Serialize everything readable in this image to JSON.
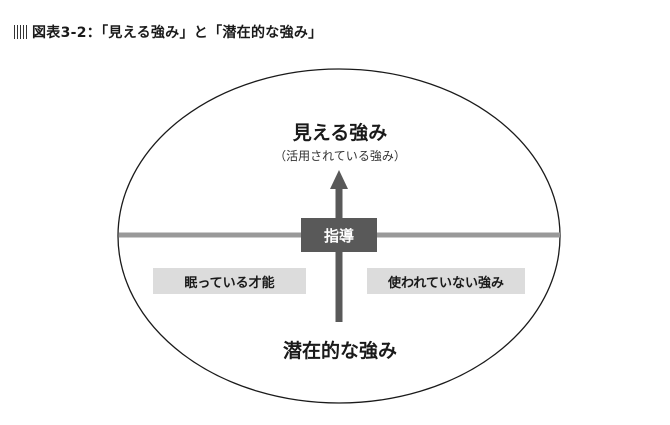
{
  "figure": {
    "title": "図表3-2：「見える強み」と「潜在的な強み」"
  },
  "diagram": {
    "top_label": "見える強み",
    "top_sublabel": "（活用されている強み）",
    "center_label": "指導",
    "left_label": "眠っている才能",
    "right_label": "使われていない強み",
    "bottom_label": "潜在的な強み",
    "colors": {
      "axis": "#999999",
      "arrow": "#595959",
      "center_box": "#595959",
      "label_box": "#dcdcdc",
      "outline": "#1a1a1a"
    }
  }
}
